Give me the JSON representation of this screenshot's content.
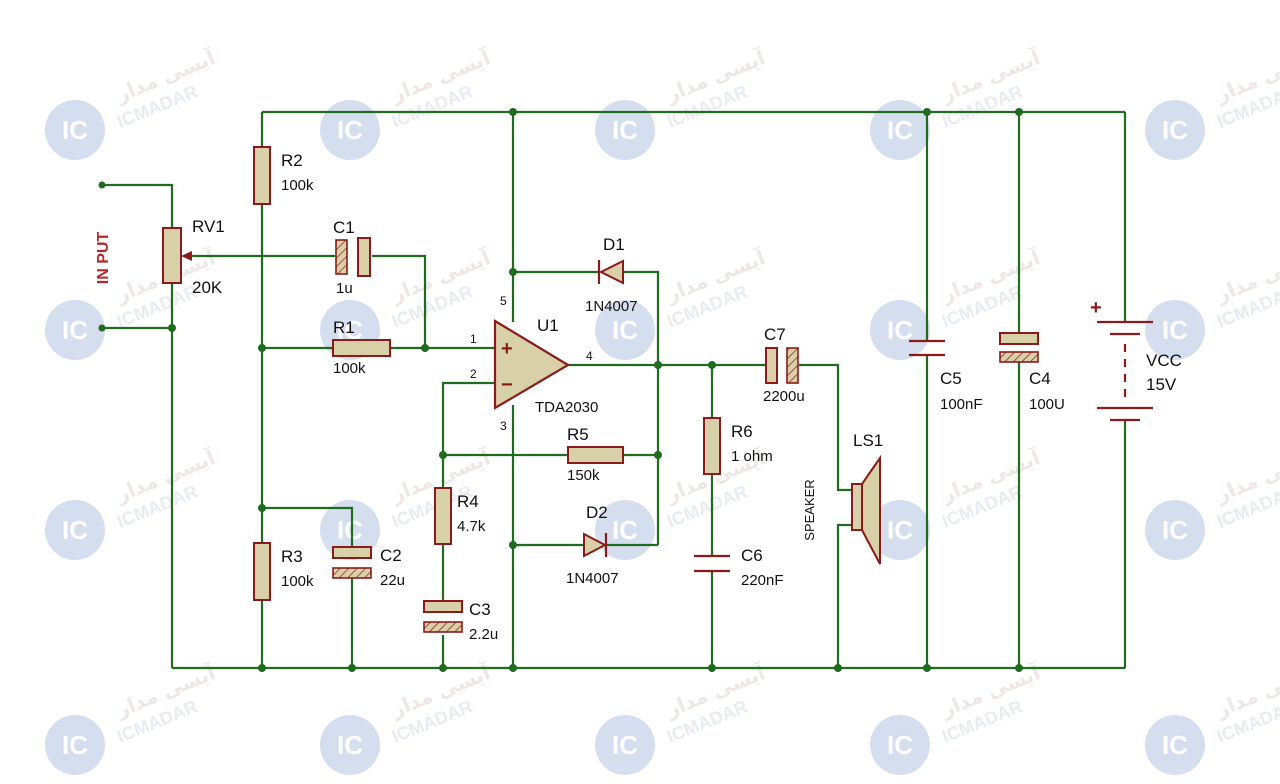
{
  "input_label": "IN PUT",
  "watermark": {
    "badge": "IC",
    "text": "ICMADAR",
    "arabic": "آیسی مدار"
  },
  "components": {
    "RV1": {
      "ref": "RV1",
      "value": "20K"
    },
    "R1": {
      "ref": "R1",
      "value": "100k"
    },
    "R2": {
      "ref": "R2",
      "value": "100k"
    },
    "R3": {
      "ref": "R3",
      "value": "100k"
    },
    "R4": {
      "ref": "R4",
      "value": "4.7k"
    },
    "R5": {
      "ref": "R5",
      "value": "150k"
    },
    "R6": {
      "ref": "R6",
      "value": "1 ohm"
    },
    "C1": {
      "ref": "C1",
      "value": "1u"
    },
    "C2": {
      "ref": "C2",
      "value": "22u"
    },
    "C3": {
      "ref": "C3",
      "value": "2.2u"
    },
    "C4": {
      "ref": "C4",
      "value": "100U"
    },
    "C5": {
      "ref": "C5",
      "value": "100nF"
    },
    "C6": {
      "ref": "C6",
      "value": "220nF"
    },
    "C7": {
      "ref": "C7",
      "value": "2200u"
    },
    "D1": {
      "ref": "D1",
      "value": "1N4007"
    },
    "D2": {
      "ref": "D2",
      "value": "1N4007"
    },
    "U1": {
      "ref": "U1",
      "value": "TDA2030",
      "pins": [
        "1",
        "2",
        "3",
        "4",
        "5"
      ],
      "plus": "+",
      "minus": "−"
    },
    "LS1": {
      "ref": "LS1",
      "value": "SPEAKER"
    },
    "VCC": {
      "ref": "VCC",
      "value": "15V",
      "plus": "+"
    }
  },
  "colors": {
    "wire": "#1f6b1f",
    "component_outline": "#8c1a1a",
    "component_fill": "#d7d0a8",
    "input_label": "#b02a2a"
  }
}
